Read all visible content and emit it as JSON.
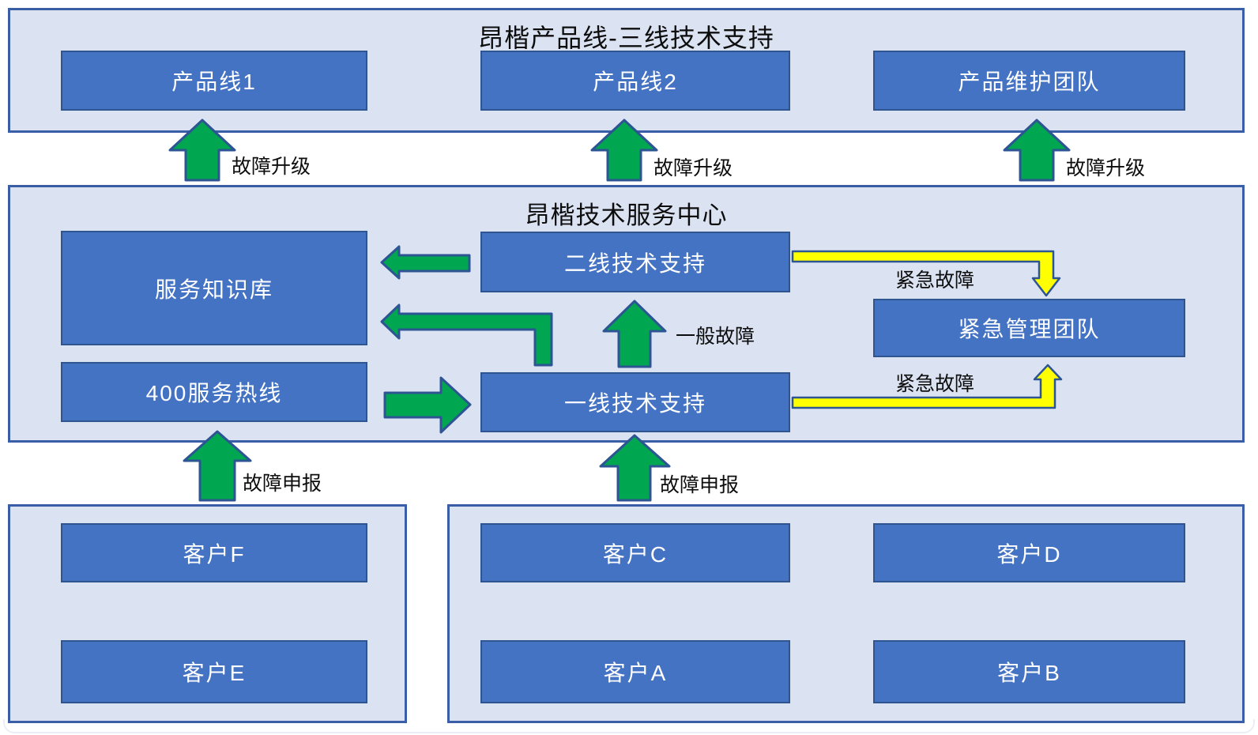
{
  "diagram": {
    "top_section": {
      "title": "昂楷产品线-三线技术支持",
      "boxes": [
        {
          "label": "产品线1"
        },
        {
          "label": "产品线2"
        },
        {
          "label": "产品维护团队"
        }
      ]
    },
    "service_center": {
      "title": "昂楷技术服务中心",
      "knowledge_base": "服务知识库",
      "hotline": "400服务热线",
      "line2": "二线技术支持",
      "line1": "一线技术支持",
      "emergency_team": "紧急管理团队"
    },
    "customers_left": [
      {
        "label": "客户F"
      },
      {
        "label": "客户E"
      }
    ],
    "customers_right": [
      {
        "label": "客户C"
      },
      {
        "label": "客户D"
      },
      {
        "label": "客户A"
      },
      {
        "label": "客户B"
      }
    ],
    "arrow_labels": {
      "escalation_1": "故障升级",
      "escalation_2": "故障升级",
      "escalation_3": "故障升级",
      "report_1": "故障申报",
      "report_2": "故障申报",
      "general_fault": "一般故障",
      "emergency_1": "紧急故障",
      "emergency_2": "紧急故障"
    },
    "colors": {
      "container_fill": "#dbe3f2",
      "container_border": "#3a5da8",
      "box_fill": "#4573c4",
      "box_border": "#2f5591",
      "arrow_green": "#00a650",
      "arrow_yellow": "#ffff00",
      "arrow_outline": "#2d5493",
      "text_dark": "#0d0d0d",
      "text_light": "#ffffff"
    }
  }
}
